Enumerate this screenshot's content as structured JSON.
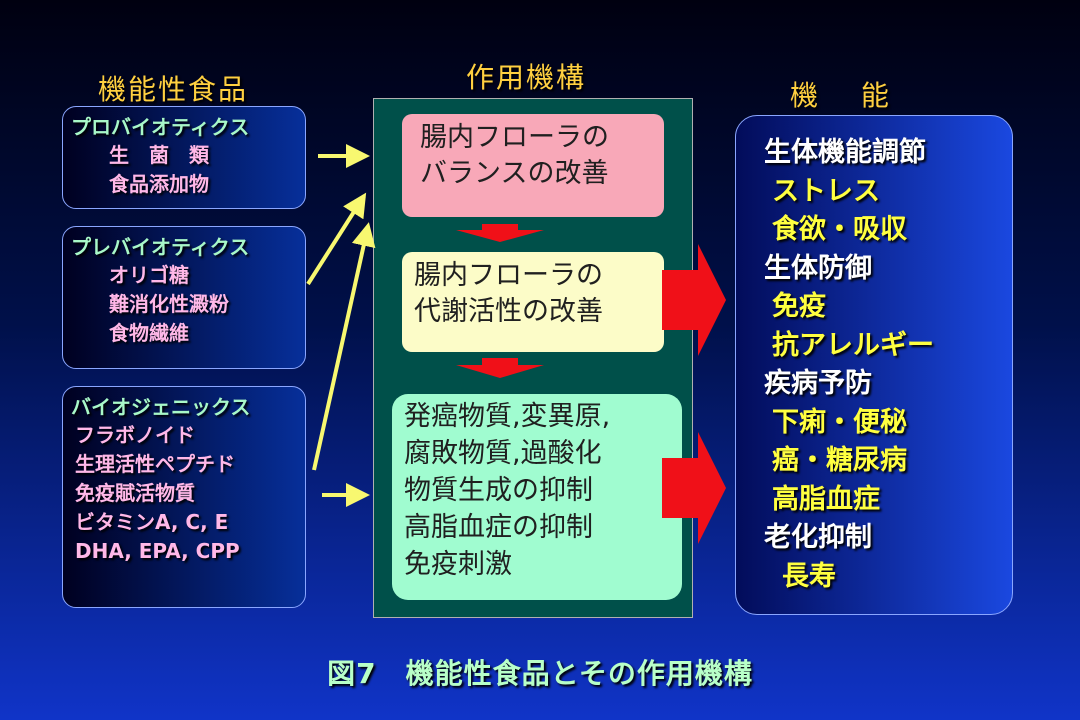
{
  "headings": {
    "food": "機能性食品",
    "mechanism": "作用機構",
    "function": "機　 能"
  },
  "food_groups": [
    {
      "title": "プロバイオティクス",
      "items": [
        "生　菌　類",
        "食品添加物"
      ]
    },
    {
      "title": "プレバイオティクス",
      "items": [
        "オリゴ糖",
        "難消化性澱粉",
        "食物繊維"
      ]
    },
    {
      "title": "バイオジェニックス",
      "items": [
        "フラボノイド",
        "生理活性ペプチド",
        "免疫賦活物質",
        "ビタミンA, C, E",
        "DHA, EPA, CPP"
      ]
    }
  ],
  "mechanisms": [
    {
      "lines": [
        "腸内フローラの",
        "バランスの改善"
      ]
    },
    {
      "lines": [
        "腸内フローラの",
        "代謝活性の改善"
      ]
    },
    {
      "lines": [
        "発癌物質,変異原,",
        "腐敗物質,過酸化",
        "物質生成の抑制",
        "高脂血症の抑制",
        "免疫刺激"
      ]
    }
  ],
  "functions": [
    {
      "label": "生体機能調節",
      "kind": "category"
    },
    {
      "label": "ストレス",
      "kind": "item"
    },
    {
      "label": "食欲・吸収",
      "kind": "item"
    },
    {
      "label": "生体防御",
      "kind": "category"
    },
    {
      "label": "免疫",
      "kind": "item"
    },
    {
      "label": "抗アレルギー",
      "kind": "item"
    },
    {
      "label": "疾病予防",
      "kind": "category"
    },
    {
      "label": "下痢・便秘",
      "kind": "item"
    },
    {
      "label": "癌・糖尿病",
      "kind": "item"
    },
    {
      "label": "高脂血症",
      "kind": "item"
    },
    {
      "label": "老化抑制",
      "kind": "category"
    },
    {
      "label": "長寿",
      "kind": "item"
    }
  ],
  "caption": "図7　機能性食品とその作用機構",
  "colors": {
    "heading": "#ffd040",
    "group_title": "#a8f8c8",
    "group_item": "#ffb8e8",
    "mech1_bg": "#f8a8b8",
    "mech2_bg": "#fcfcc8",
    "mech3_bg": "#a0fcd0",
    "mech_panel": "#00504a",
    "arrow_yellow": "#f8f870",
    "arrow_red": "#f01018",
    "function_category": "#ffffff",
    "function_item": "#ffff40",
    "caption": "#b8ffc8"
  }
}
